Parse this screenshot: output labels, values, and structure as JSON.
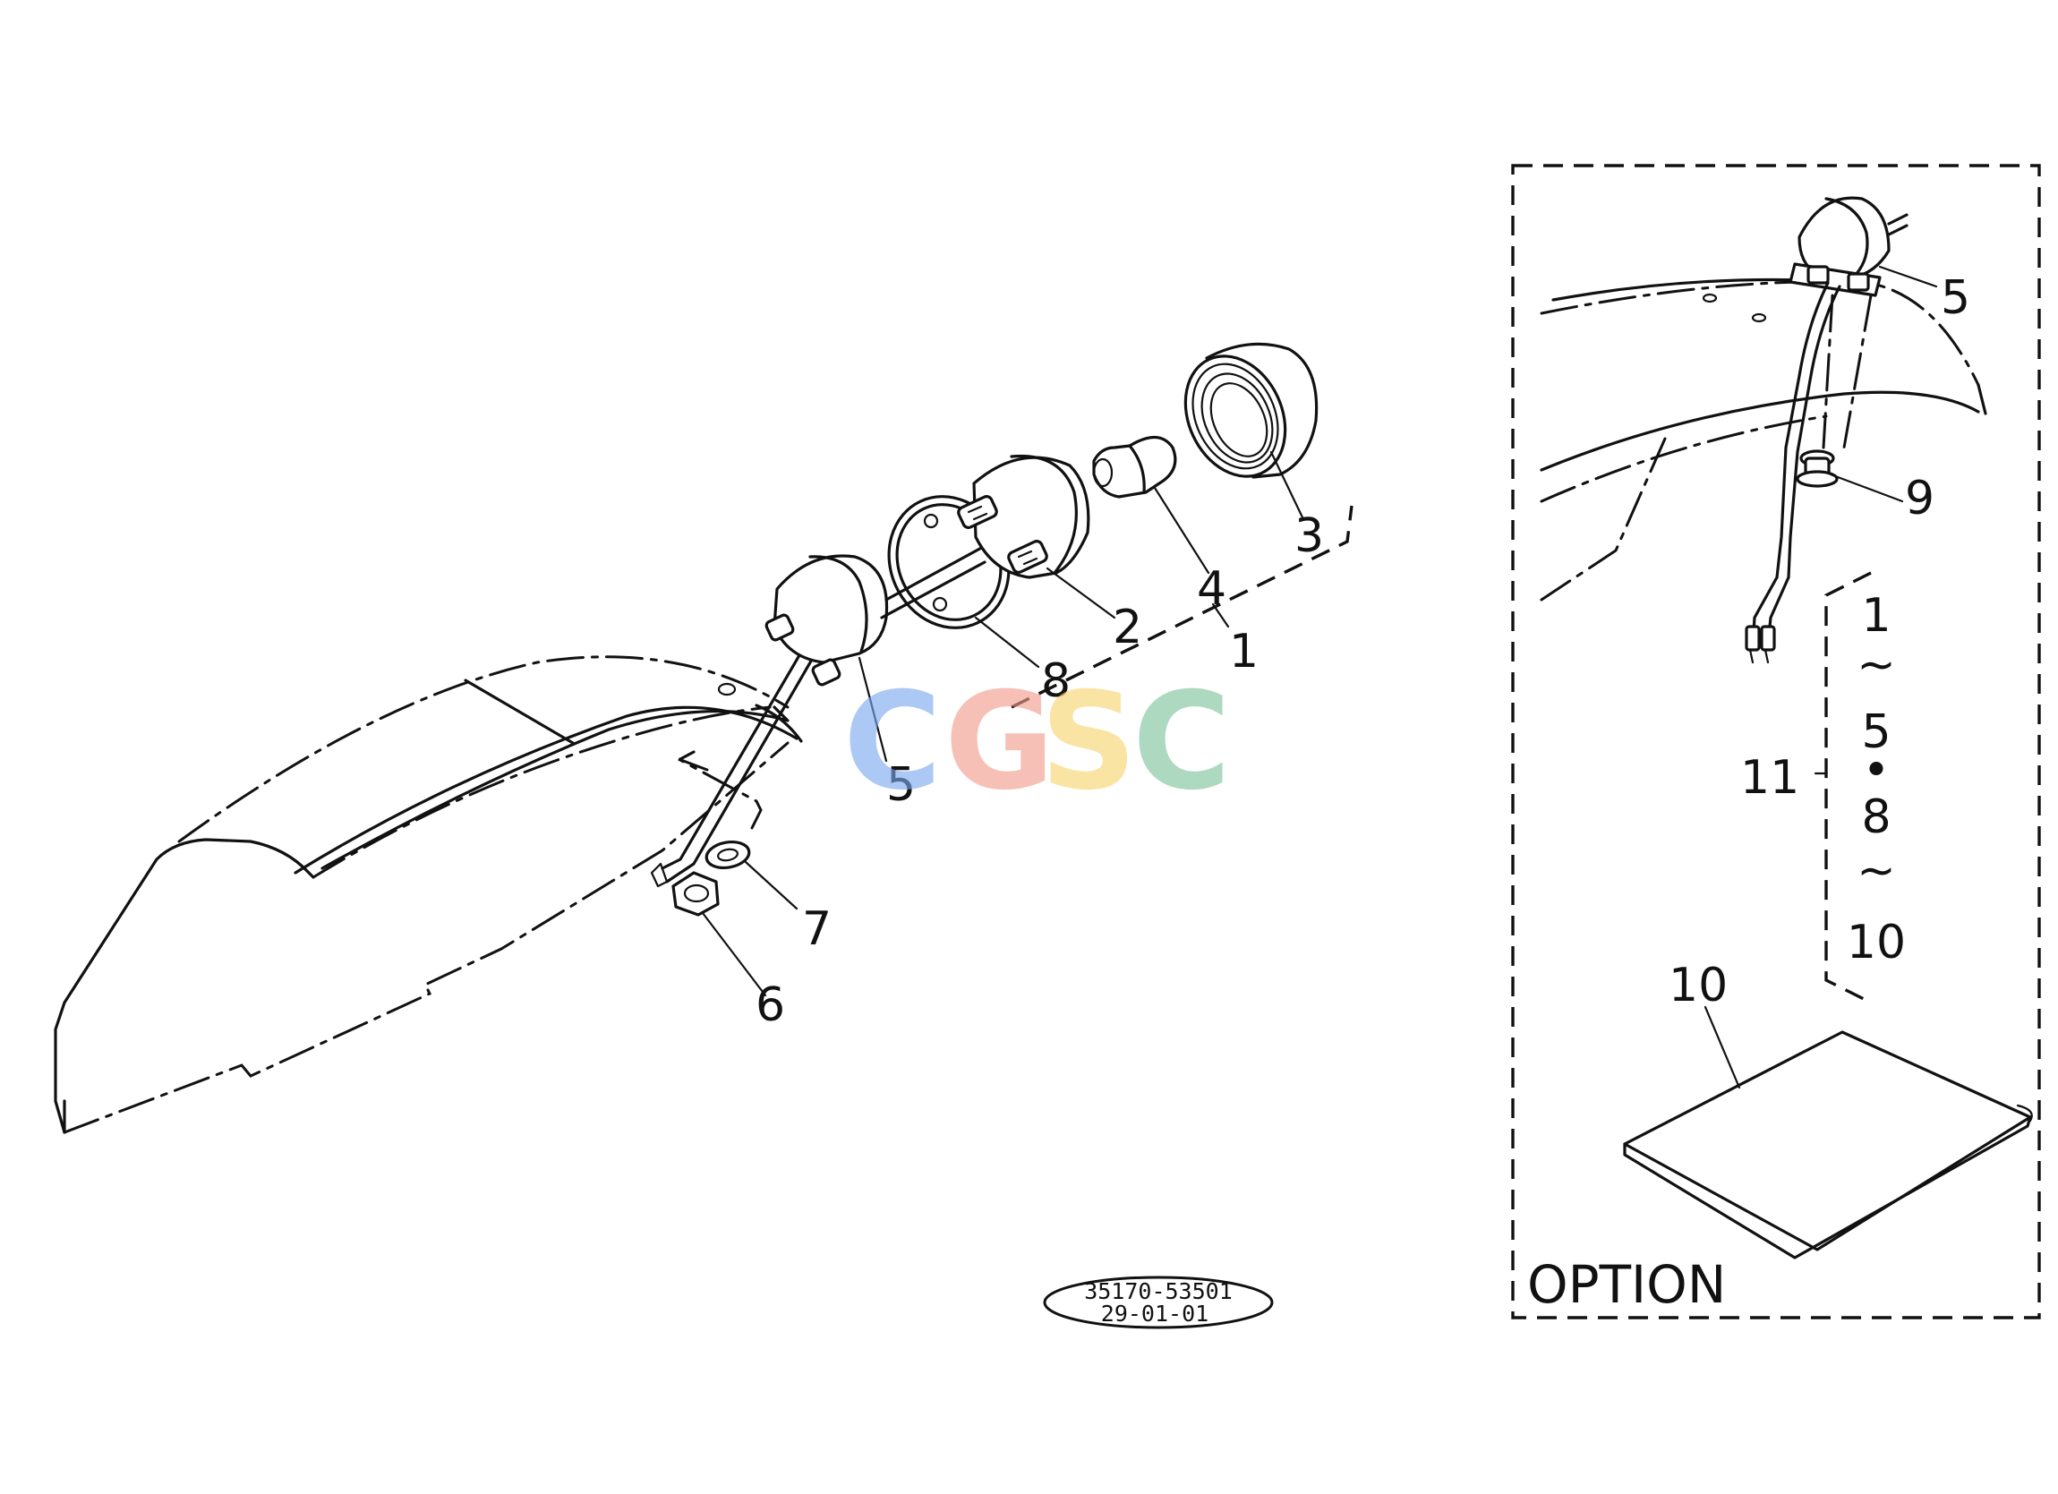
{
  "labels": {
    "main": [
      "1",
      "2",
      "3",
      "4",
      "5",
      "5",
      "6",
      "7",
      "8"
    ],
    "inset": [
      "5",
      "9",
      "10",
      "11"
    ]
  },
  "range": {
    "lines": [
      "1",
      "~",
      "5",
      "•",
      "8",
      "~",
      "10"
    ]
  },
  "option_label": "OPTION",
  "drawing_code": {
    "line1": "35170-53501",
    "line2": "29-01-01"
  },
  "watermark": {
    "letters": [
      "C",
      "G",
      "S",
      "C"
    ],
    "colors": [
      "#7aa8f0",
      "#f29a8c",
      "#f7d56b",
      "#7cc29a"
    ]
  }
}
